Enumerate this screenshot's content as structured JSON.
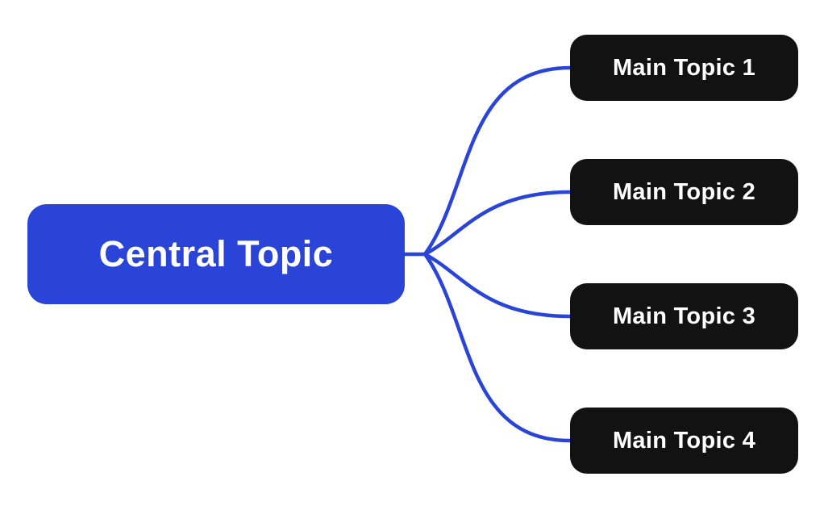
{
  "canvas": {
    "background": "#ffffff"
  },
  "colors": {
    "central_bg": "#2A44D8",
    "topic_bg": "#121212",
    "connector": "#2A44D8",
    "text": "#ffffff",
    "canvas_bg": "#ffffff"
  },
  "central": {
    "label": "Central Topic"
  },
  "topics": [
    {
      "label": "Main Topic 1"
    },
    {
      "label": "Main Topic 2"
    },
    {
      "label": "Main Topic 3"
    },
    {
      "label": "Main Topic 4"
    }
  ]
}
